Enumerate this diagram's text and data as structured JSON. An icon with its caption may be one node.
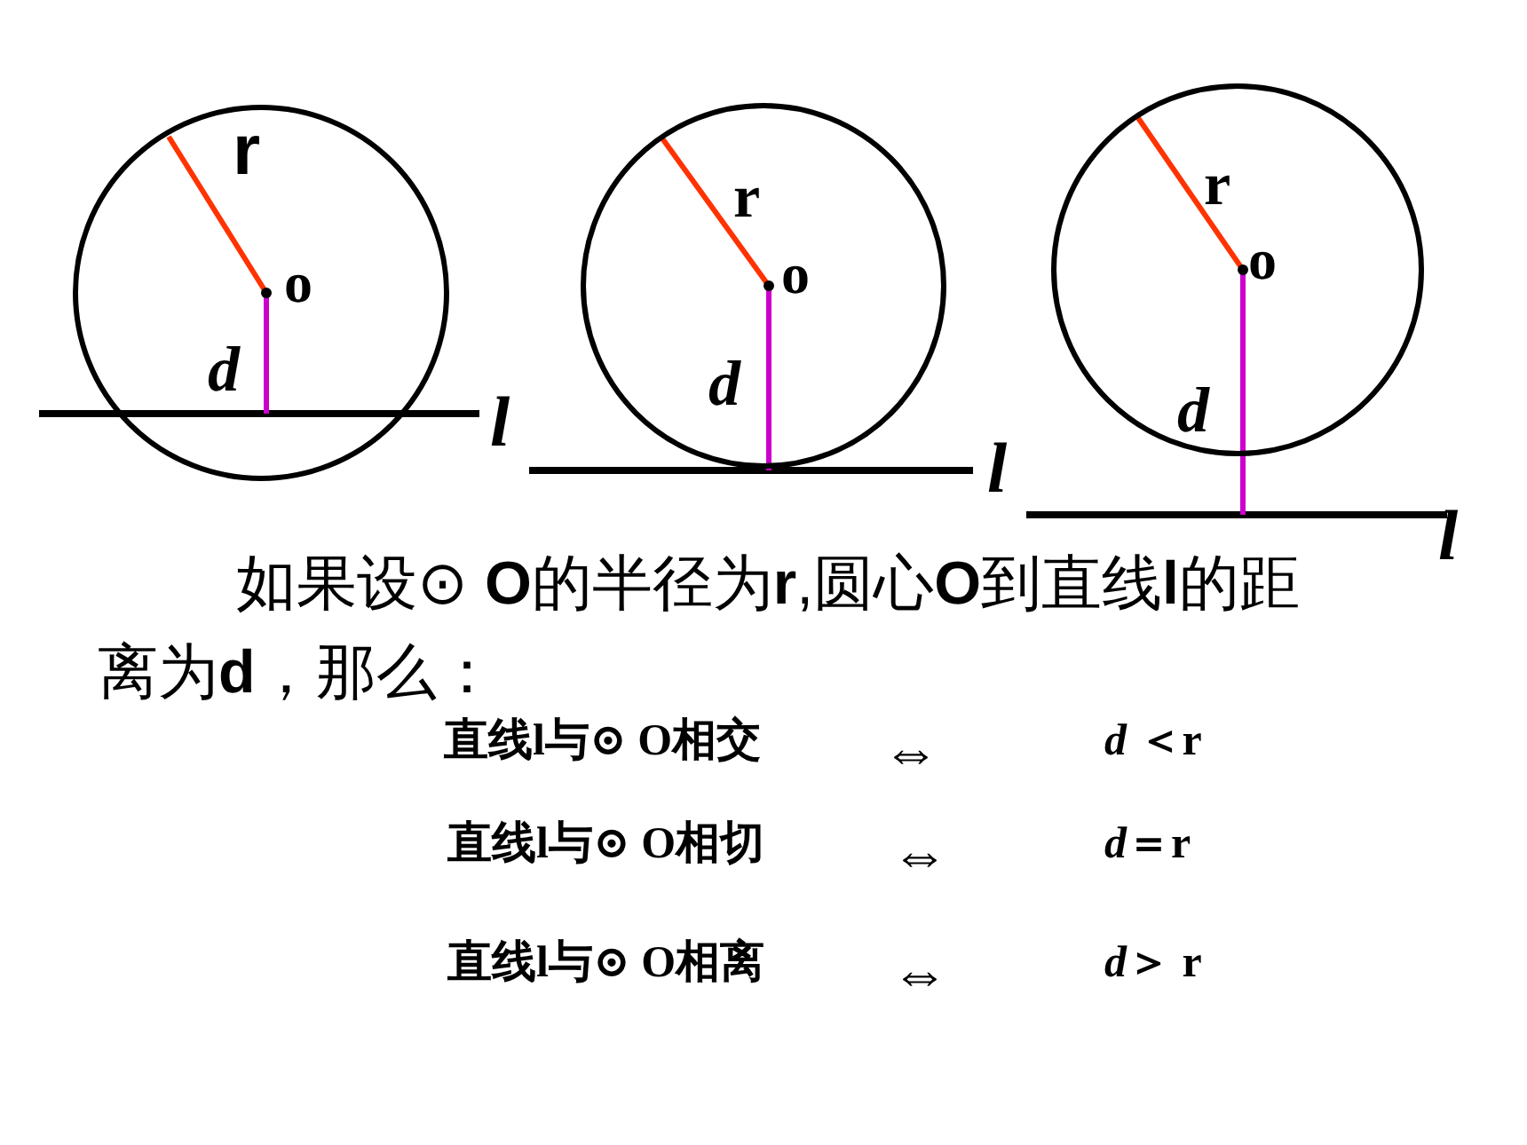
{
  "diagram": {
    "nodes": [
      {
        "text": [
          "r",
          "o",
          "d"
        ]
      },
      {
        "text": [
          "r",
          "o",
          "d"
        ]
      },
      {
        "text": [
          "r",
          "o",
          "d"
        ]
      }
    ],
    "labels": [
      "l",
      "l",
      "l",
      "如果设⊙ **O**的半径为**r**,圆心**O**到直线**l**的距离为**d**，那么：",
      "直线l与⊙ O相交",
      "⇔",
      "*d* ＜r",
      "直线l与⊙ O相切",
      "⇔",
      "*d*＝r",
      "直线l与⊙ O相离",
      "⇔",
      "*d*＞ r"
    ]
  }
}
